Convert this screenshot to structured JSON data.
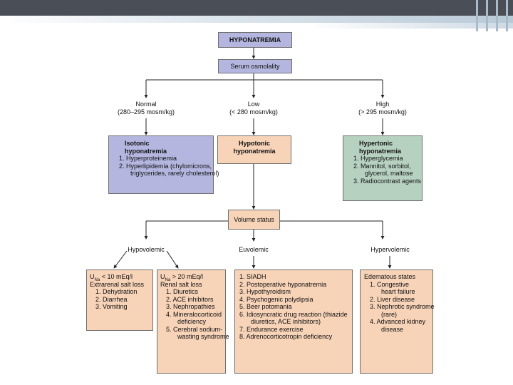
{
  "colors": {
    "blue": "#b4b6df",
    "peach": "#f7d3b8",
    "green": "#b7d1c1",
    "topbar": "#4a4e57"
  },
  "top": {
    "title": "HYPONATREMIA",
    "serum": "Serum osmolality"
  },
  "branches": {
    "normal": {
      "line1": "Normal",
      "line2": "(280–295 mosm/kg)"
    },
    "low": {
      "line1": "Low",
      "line2": "(< 280 mosm/kg)"
    },
    "high": {
      "line1": "High",
      "line2": "(> 295 mosm/kg)"
    }
  },
  "isotonic": {
    "title1": "Isotonic",
    "title2": "hyponatremia",
    "items": [
      "1. Hyperproteinemia",
      "2. Hyperlipidemia (chylomicrons,",
      "triglycerides, rarely cholesterol)"
    ]
  },
  "hypotonic": {
    "title1": "Hypotonic",
    "title2": "hyponatremia"
  },
  "hypertonic": {
    "title1": "Hypertonic",
    "title2": "hyponatremia",
    "items": [
      "1. Hyperglycemia",
      "2. Mannitol, sorbitol,",
      "glycerol, maltose",
      "3. Radiocontrast agents"
    ]
  },
  "volume": "Volume status",
  "volume_branches": {
    "hypovolemic": "Hypovolemic",
    "euvolemic": "Euvolemic",
    "hypervolemic": "Hypervolemic"
  },
  "extrarenal": {
    "u": "U",
    "sub": "Na",
    "cond": "< 10 mEq/l",
    "title": "Extrarenal salt loss",
    "items": [
      "1. Dehydration",
      "2. Diarrhea",
      "3. Vomiting"
    ]
  },
  "renal": {
    "u": "U",
    "sub": "Na",
    "cond": "> 20 mEq/l",
    "title": "Renal salt loss",
    "items": [
      "1. Diuretics",
      "2. ACE inhibitors",
      "3. Nephropathies",
      "4. Mineralocorticoid",
      "deficiency",
      "5. Cerebral sodium-",
      "wasting syndrome"
    ]
  },
  "euvolemic_causes": {
    "items": [
      "1. SIADH",
      "2. Postoperative hyponatremia",
      "3. Hypothyroidism",
      "4. Psychogenic polydipsia",
      "5. Beer potomania",
      "6. Idiosyncratic drug reaction (thiazide",
      "diuretics, ACE inhibitors)",
      "7. Endurance exercise",
      "8. Adrenocorticotropin deficiency"
    ]
  },
  "edematous": {
    "title": "Edematous states",
    "items": [
      "1. Congestive",
      "heart failure",
      "2. Liver disease",
      "3. Nephrotic syndrome",
      "(rare)",
      "4. Advanced kidney",
      "disease"
    ]
  }
}
